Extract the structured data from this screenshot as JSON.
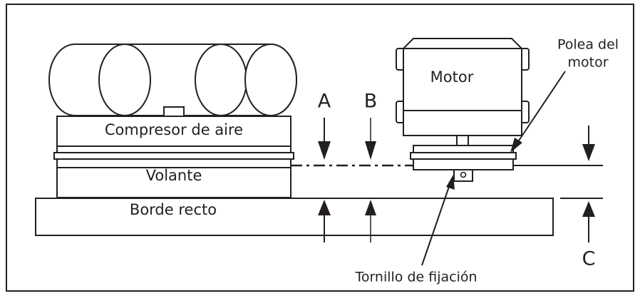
{
  "labels": {
    "compressor": "Compresor de aire",
    "flywheel": "Volante",
    "straight_edge": "Borde recto",
    "motor": "Motor",
    "motor_pulley": [
      "Polea del",
      "motor"
    ],
    "set_screw": "Tornillo de fijación",
    "point_a": "A",
    "point_b": "B",
    "point_c": "C"
  },
  "colors": {
    "line": "#231f20",
    "background": "#ffffff"
  }
}
